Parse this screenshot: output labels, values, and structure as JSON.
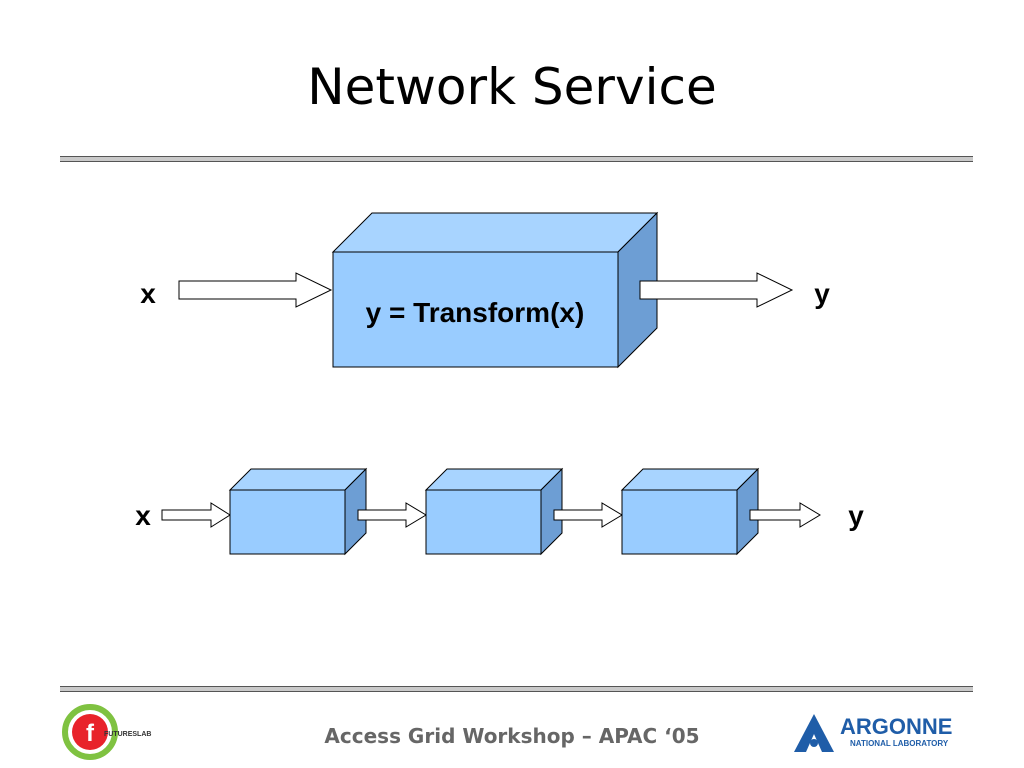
{
  "slide": {
    "title": "Network Service",
    "footer": "Access Grid Workshop – APAC ‘05"
  },
  "diagram_top": {
    "input_label": "x",
    "output_label": "y",
    "box_label": "y = Transform(x)"
  },
  "diagram_bottom": {
    "input_label": "x",
    "output_label": "y"
  },
  "logos": {
    "futureslab_text": "FUTURESLAB",
    "argonne_name": "ARGONNE",
    "argonne_sub": "NATIONAL LABORATORY"
  },
  "colors": {
    "box_front": "#99ccff",
    "box_top": "#a8d4ff",
    "box_side": "#6d9ed4",
    "rule": "#c9c9c9",
    "footer_text": "#666666",
    "futures_red": "#e8232a",
    "futures_green": "#7fc241",
    "argonne_blue": "#1f5da8"
  }
}
